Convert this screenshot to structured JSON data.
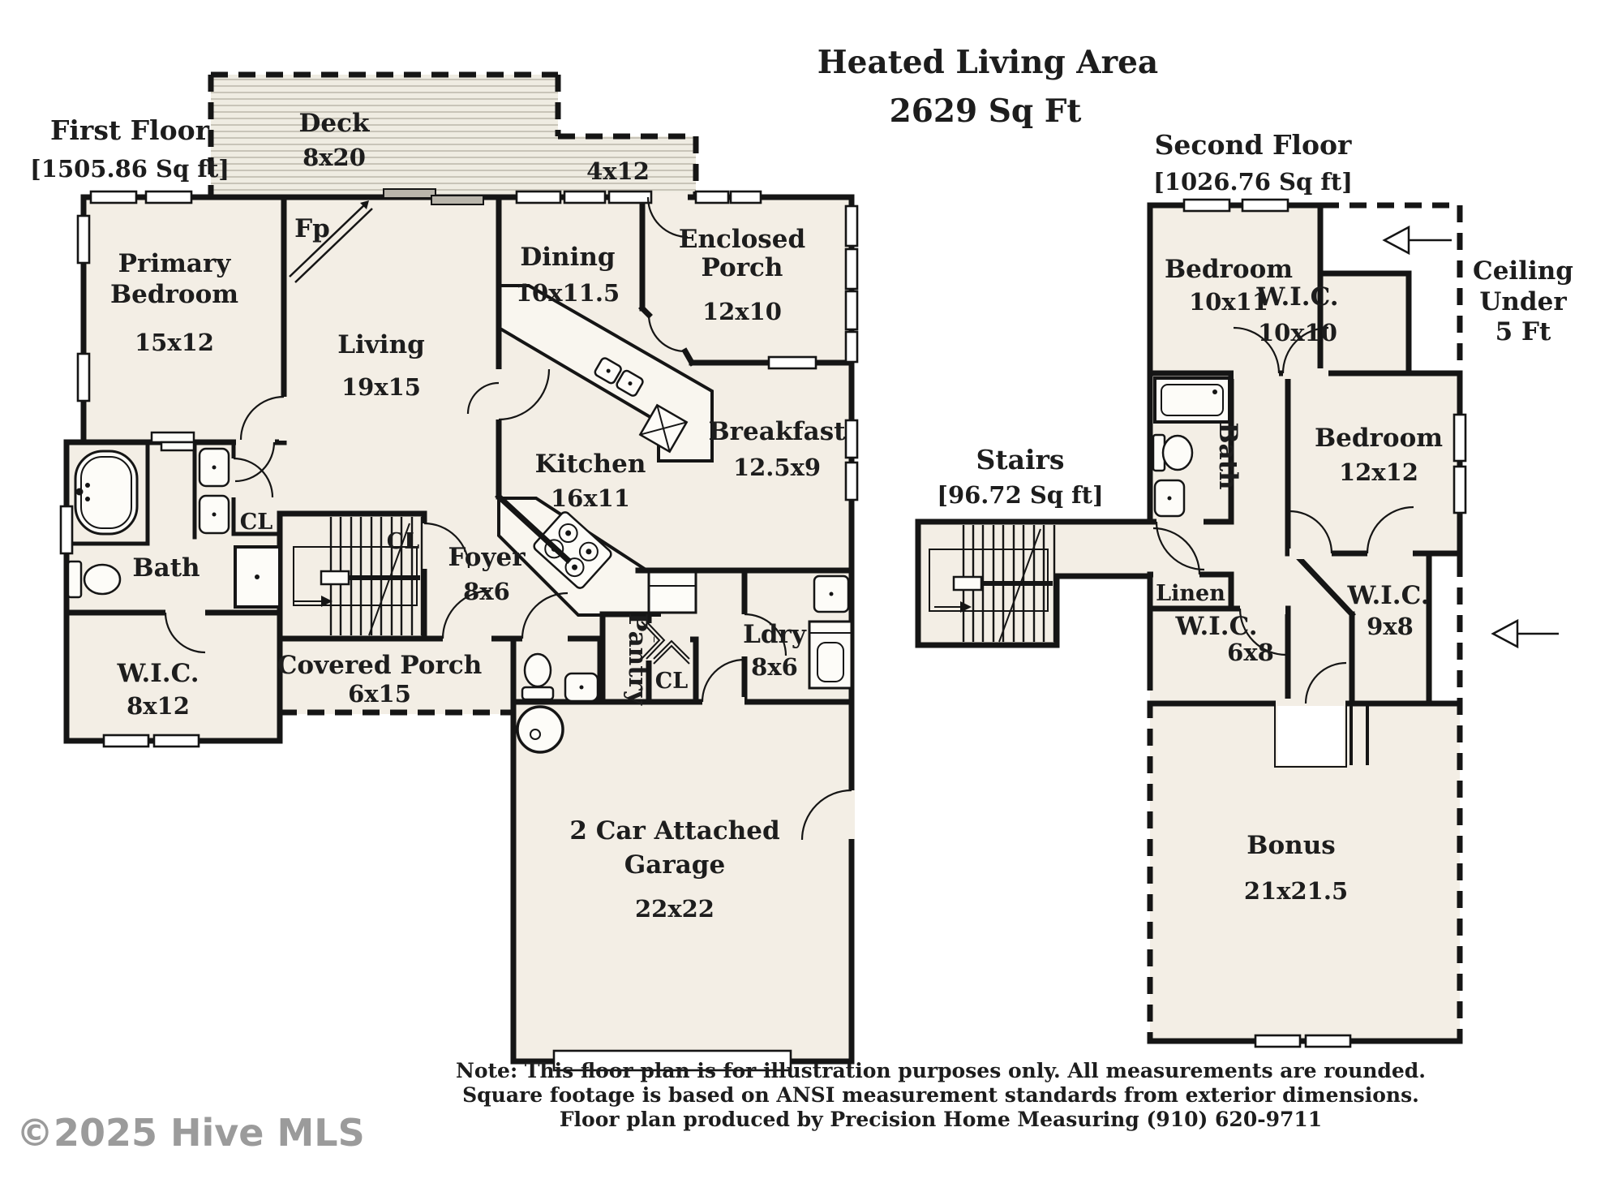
{
  "colors": {
    "wall": "#151515",
    "room_fill": "#f3eee5",
    "deck_fill": "#efece2",
    "deck_line": "#c8c4b8",
    "watermark": "#9b9b9b"
  },
  "header": {
    "title": "Heated Living Area",
    "total_area": "2629 Sq Ft"
  },
  "first_floor": {
    "name": "First Floor",
    "area": "[1505.86 Sq ft]",
    "rooms": {
      "primary": {
        "l1": "Primary",
        "l2": "Bedroom",
        "dims": "15x12"
      },
      "living": {
        "name": "Living",
        "dims": "19x15"
      },
      "deck": {
        "name": "Deck",
        "dims": "8x20",
        "ext_dims": "4x12"
      },
      "dining": {
        "name": "Dining",
        "dims": "10x11.5"
      },
      "enclosed_porch": {
        "l1": "Enclosed",
        "l2": "Porch",
        "dims": "12x10"
      },
      "breakfast": {
        "name": "Breakfast",
        "dims": "12.5x9"
      },
      "kitchen": {
        "name": "Kitchen",
        "dims": "16x11"
      },
      "foyer": {
        "name": "Foyer",
        "dims": "8x6"
      },
      "covered_porch": {
        "name": "Covered Porch",
        "dims": "6x15"
      },
      "wic": {
        "name": "W.I.C.",
        "dims": "8x12"
      },
      "bath": {
        "name": "Bath"
      },
      "laundry": {
        "name": "Ldry",
        "dims": "8x6"
      },
      "pantry": {
        "name": "Pantry"
      },
      "garage": {
        "l1": "2 Car Attached",
        "l2": "Garage",
        "dims": "22x22"
      },
      "fireplace": "Fp",
      "closet_bath": "CL",
      "closet_stairs": "CL",
      "closet_hall": "CL"
    }
  },
  "second_floor": {
    "name": "Second Floor",
    "area": "[1026.76 Sq ft]",
    "rooms": {
      "bedroom1": {
        "name": "Bedroom",
        "dims": "10x11"
      },
      "wic10": {
        "name": "W.I.C.",
        "dims": "10x10"
      },
      "bedroom2": {
        "name": "Bedroom",
        "dims": "12x12"
      },
      "bath": {
        "name": "Bath"
      },
      "linen": {
        "name": "Linen"
      },
      "wic6": {
        "name": "W.I.C.",
        "dims": "6x8"
      },
      "wic9": {
        "name": "W.I.C.",
        "dims": "9x8"
      },
      "bonus": {
        "name": "Bonus",
        "dims": "21x21.5"
      }
    }
  },
  "stairs": {
    "name": "Stairs",
    "area": "[96.72 Sq ft]"
  },
  "ceiling_note": {
    "l1": "Ceiling",
    "l2": "Under",
    "l3": "5 Ft"
  },
  "footnote": {
    "line1": "Note: This floor plan is for illustration purposes only. All measurements are rounded.",
    "line2": "Square footage is based on ANSI measurement standards from exterior dimensions.",
    "line3": "Floor plan produced by Precision Home Measuring (910) 620-9711"
  },
  "watermark": "©2025 Hive MLS"
}
